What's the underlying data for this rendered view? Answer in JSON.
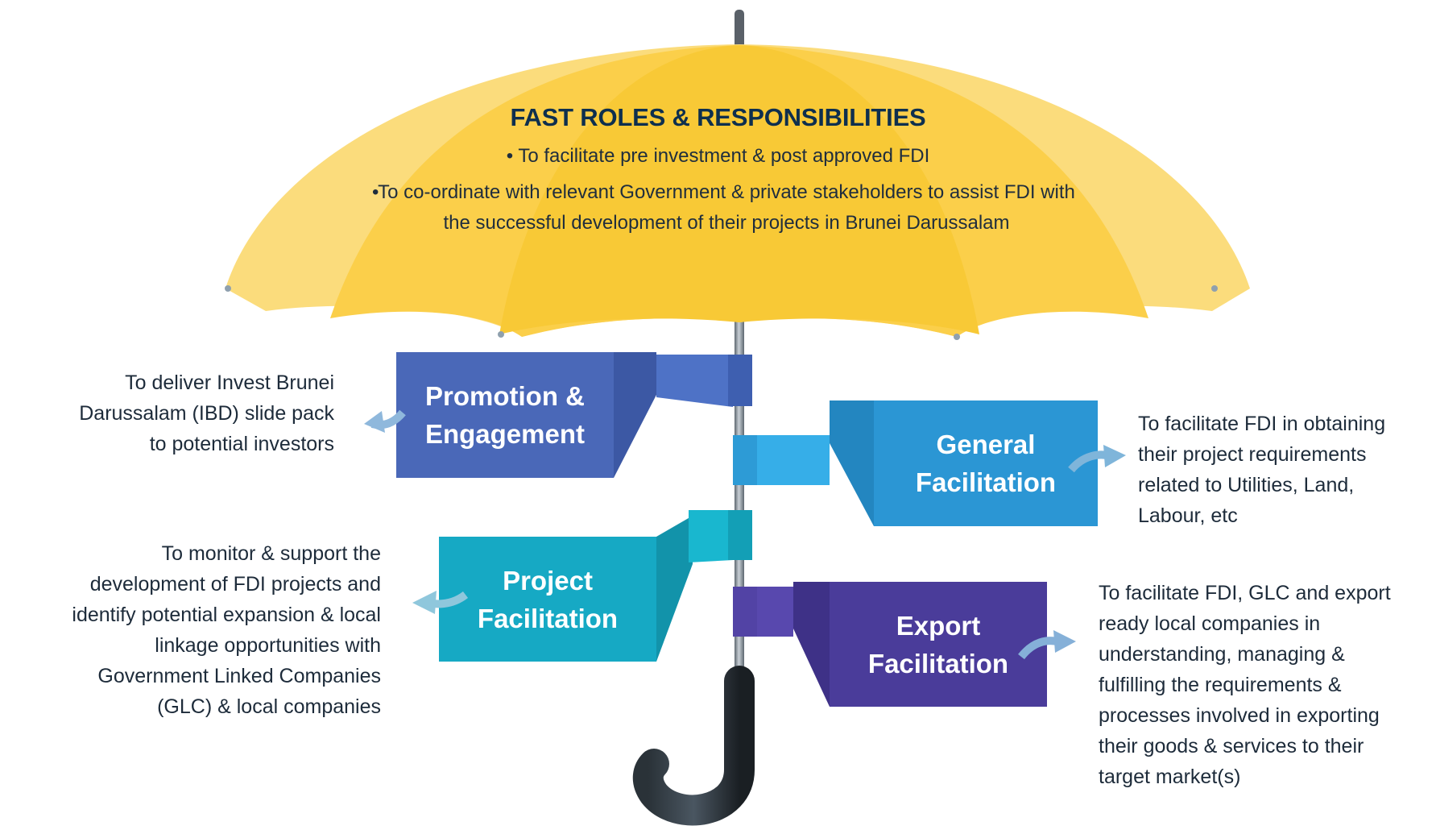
{
  "title": "FAST ROLES & RESPONSIBILITIES",
  "bullets": [
    "To facilitate pre investment & post approved FDI",
    "To co-ordinate with relevant Government & private stakeholders to assist FDI with the successful development of their projects in Brunei Darussalam"
  ],
  "bullet_symbol": "•",
  "flags": {
    "promotion": {
      "line1": "Promotion &",
      "line2": "Engagement",
      "color": "#4a68b8",
      "description": [
        "To deliver Invest Brunei",
        "Darussalam (IBD) slide pack",
        "to potential investors"
      ]
    },
    "general": {
      "line1": "General",
      "line2": "Facilitation",
      "color": "#2b96d4",
      "description": [
        "To facilitate FDI in obtaining",
        "their project requirements",
        "related to Utilities, Land,",
        "Labour, etc"
      ]
    },
    "project": {
      "line1": "Project",
      "line2": "Facilitation",
      "color": "#16a9c4",
      "description": [
        "To monitor & support the",
        "development of FDI projects and",
        "identify potential expansion & local",
        "linkage opportunities with",
        "Government Linked Companies",
        "(GLC) & local companies"
      ]
    },
    "export": {
      "line1": "Export",
      "line2": "Facilitation",
      "color": "#4a3c9a",
      "description": [
        "To facilitate FDI, GLC and export",
        "ready local companies in",
        "understanding, managing &",
        "fulfilling the requirements &",
        "processes involved in exporting",
        "their goods & services to their",
        "target market(s)"
      ]
    }
  },
  "colors": {
    "canopy_light": "#fbe08a",
    "canopy": "#f8c93e",
    "shaft": "#7f8a93",
    "handle": "#1e2428",
    "title": "#0e2f4e"
  }
}
